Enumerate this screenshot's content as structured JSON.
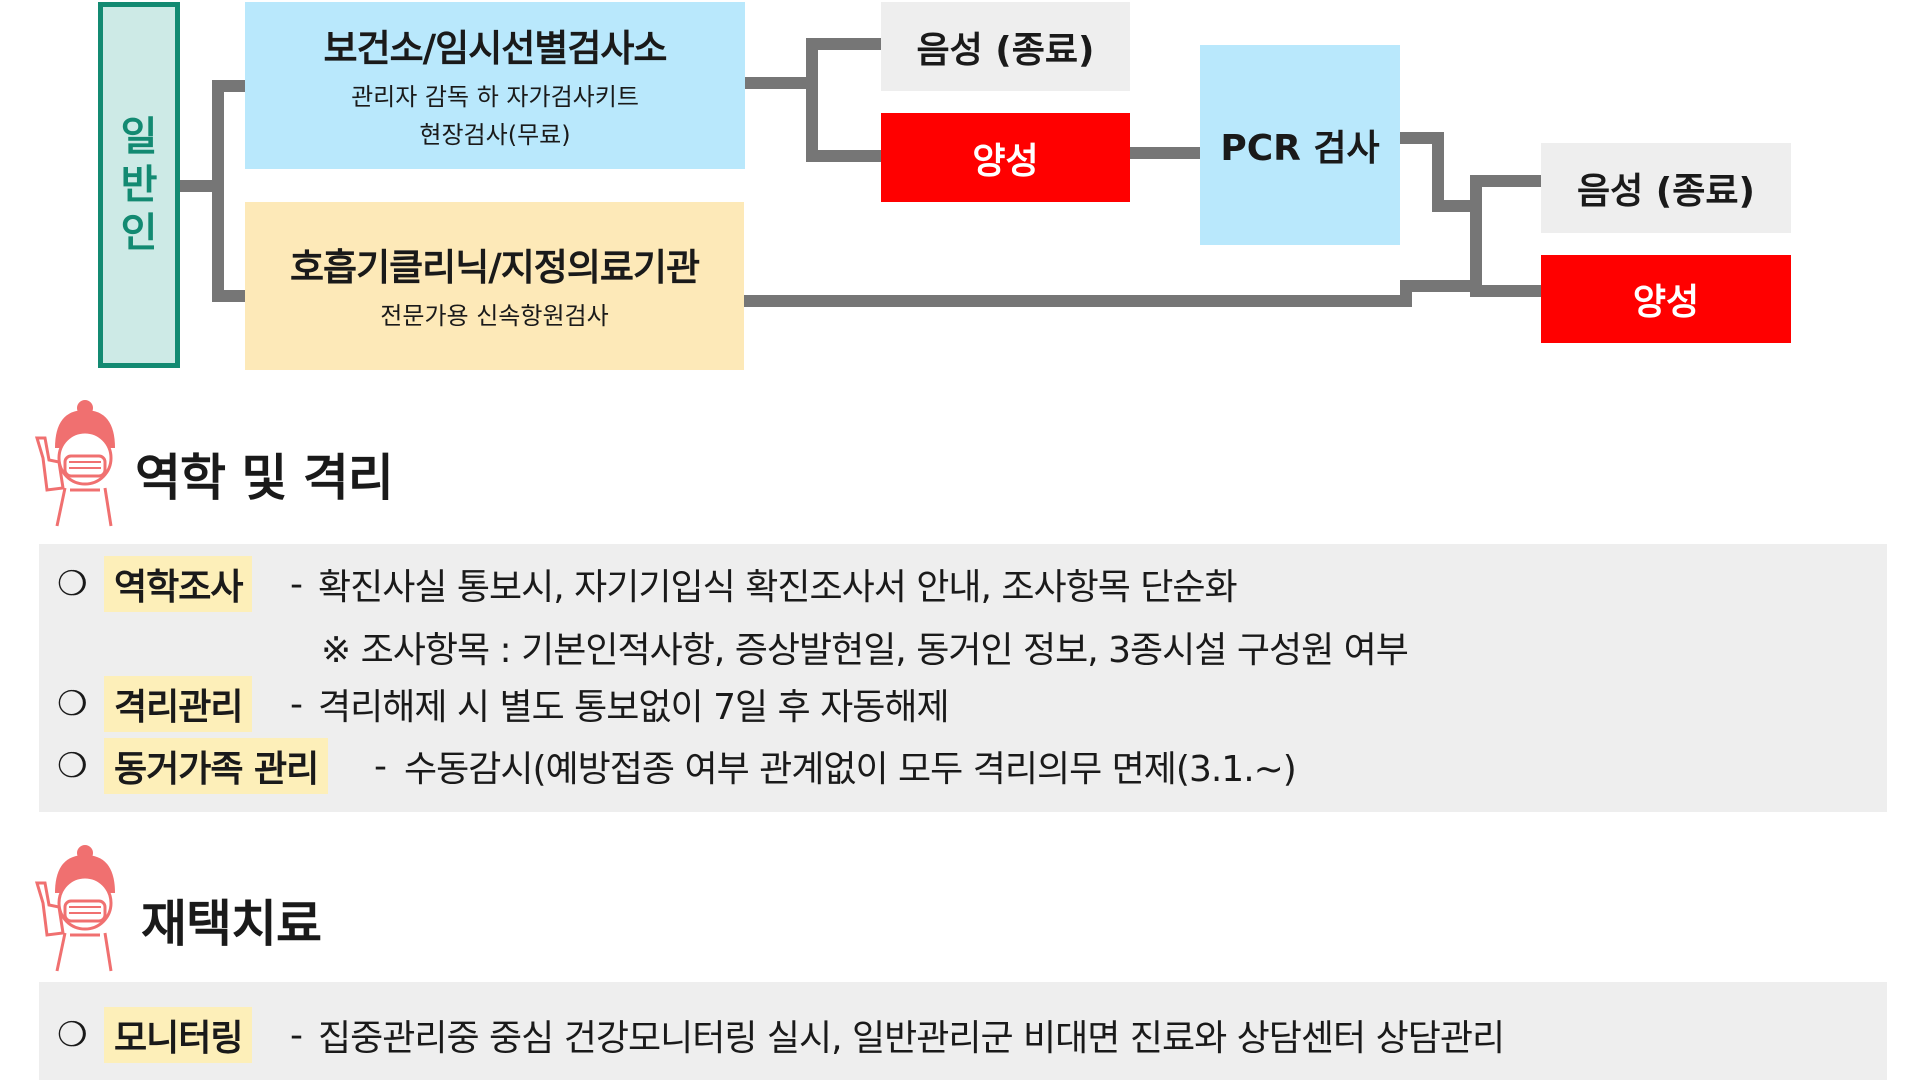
{
  "flow": {
    "general": [
      "일",
      "반",
      "인"
    ],
    "health_center": {
      "title": "보건소/임시선별검사소",
      "lines": [
        "관리자 감독 하 자가검사키트",
        "현장검사(무료)"
      ]
    },
    "clinic": {
      "title": "호흡기클리닉/지정의료기관",
      "lines": [
        "전문가용 신속항원검사"
      ]
    },
    "negative1": "음성 (종료)",
    "positive1": "양성",
    "pcr": "PCR 검사",
    "negative2": "음성 (종료)",
    "positive2": "양성"
  },
  "sections": [
    {
      "title": "역학 및 격리",
      "rows": [
        {
          "bullet": "❍",
          "tag": "역학조사",
          "dash": "-",
          "text": "확진사실 통보시, 자기기입식 확진조사서 안내, 조사항목 단순화"
        },
        {
          "note": "※ 조사항목 : 기본인적사항, 증상발현일, 동거인 정보, 3종시설 구성원 여부"
        },
        {
          "bullet": "❍",
          "tag": "격리관리",
          "dash": "-",
          "text": "격리해제 시 별도 통보없이 7일 후 자동해제"
        },
        {
          "bullet": "❍",
          "tag": "동거가족 관리",
          "dash": "-",
          "text": "수동감시(예방접종 여부 관계없이 모두 격리의무 면제(3.1.~)"
        }
      ]
    },
    {
      "title": "재택치료",
      "rows": [
        {
          "bullet": "❍",
          "tag": "모니터링",
          "dash": "-",
          "text": "집중관리중 중심 건강모니터링 실시, 일반관리군 비대면 진료와 상담센터 상담관리"
        }
      ]
    }
  ],
  "colors": {
    "teal": "#138a72",
    "blue": "#b9e8fc",
    "yellow": "#fde9b8",
    "red": "#ff0000",
    "gray": "#eeeeee",
    "tag": "#fdefb9"
  }
}
